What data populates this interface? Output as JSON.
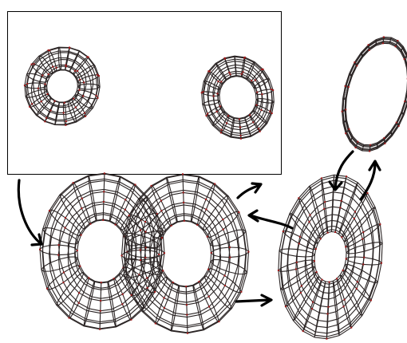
{
  "colors": {
    "background": "#ffffff",
    "mesh_line": "#2a2424",
    "mesh_node": "#a01818",
    "arrow": "#000000"
  },
  "meshes": [
    {
      "id": "torus-top-left",
      "kind": "torus"
    },
    {
      "id": "torus-top-middle",
      "kind": "torus"
    },
    {
      "id": "thin-ring-top-right",
      "kind": "thin-ring"
    },
    {
      "id": "merged-double-torus",
      "kind": "double-torus"
    },
    {
      "id": "wide-torus-bottom-right",
      "kind": "wide-torus"
    }
  ],
  "arrows": [
    "input-box-to-merged",
    "merged-to-wide-torus",
    "wide-torus-to-merged",
    "merged-to-input-box",
    "wide-torus-to-thin-ring",
    "thin-ring-to-wide-torus"
  ]
}
